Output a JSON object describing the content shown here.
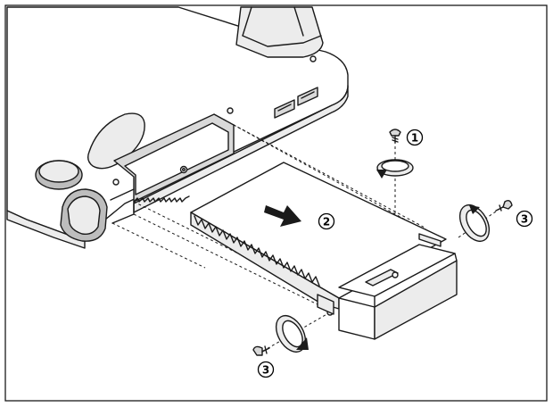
{
  "steps": [
    {
      "label": "1"
    },
    {
      "label": "2"
    },
    {
      "label": "3"
    },
    {
      "label": "3"
    }
  ],
  "colors": {
    "line": "#1a1a1a",
    "shade_light": "#ececec",
    "shade": "#d9d9d9",
    "shade_dark": "#bdbdbd"
  },
  "icons": [
    "screw-icon",
    "rotate-arrow-icon",
    "slide-arrow-icon"
  ]
}
